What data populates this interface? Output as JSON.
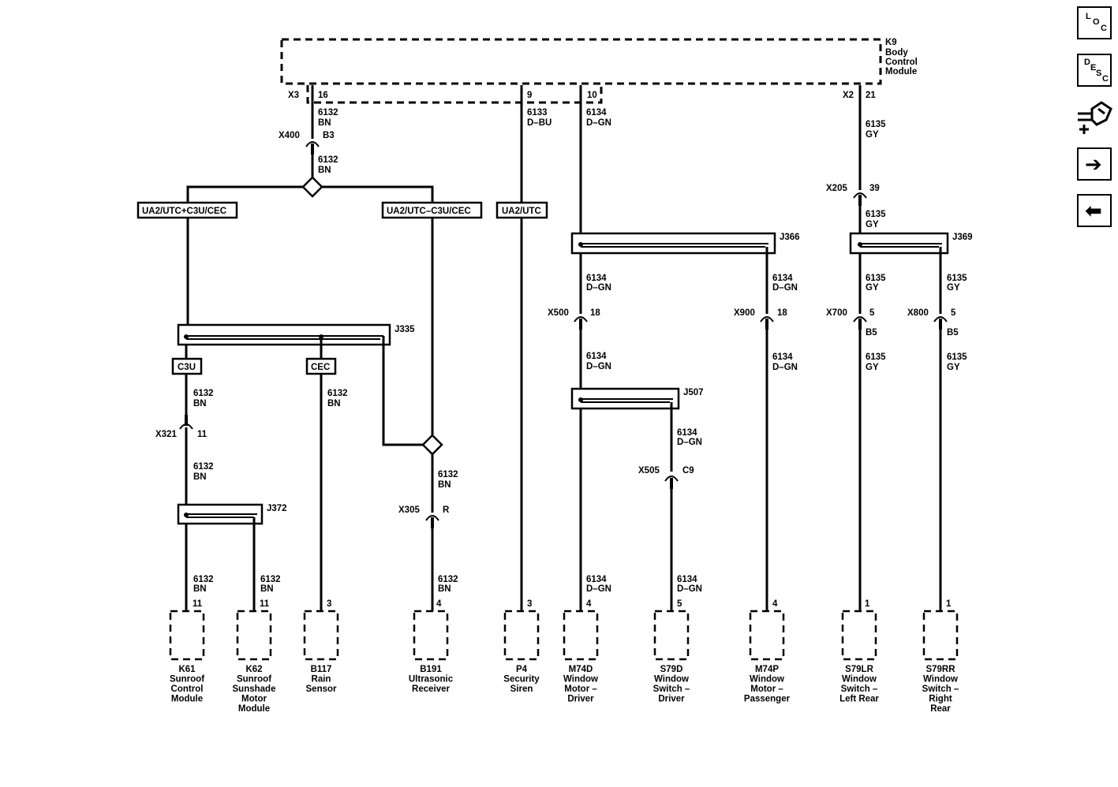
{
  "module": {
    "id": "K9",
    "lines": [
      "K9",
      "Body",
      "Control",
      "Module"
    ]
  },
  "connectors": {
    "x3": "X3",
    "x2": "X2",
    "x400": "X400",
    "x205": "X205",
    "x321": "X321",
    "x305": "X305",
    "x500": "X500",
    "x900a": "X900",
    "x505": "X505",
    "x700": "X700",
    "x900b": "X800"
  },
  "pins": {
    "p16": "16",
    "p9": "9",
    "p10": "10",
    "p21": "21",
    "b3": "B3",
    "p39": "39",
    "p11": "11",
    "r": "R",
    "p18a": "18",
    "p18b": "18",
    "c9": "C9",
    "p5a": "5",
    "p5b": "5",
    "b5a": "B5",
    "b5b": "B5"
  },
  "wires": {
    "w6132": "6132",
    "bn": "BN",
    "w6133": "6133",
    "dbu": "D–BU",
    "w6134": "6134",
    "dgn": "D–GN",
    "w6135": "6135",
    "gy": "GY"
  },
  "options": {
    "opt1": "UA2/UTC+C3U/CEC",
    "opt2": "UA2/UTC–C3U/CEC",
    "opt3": "UA2/UTC",
    "c3u": "C3U",
    "cec": "CEC"
  },
  "splices": {
    "j335": "J335",
    "j366": "J366",
    "j369": "J369",
    "j507": "J507",
    "j372": "J372"
  },
  "components": [
    {
      "pin": "11",
      "lines": [
        "K61",
        "Sunroof",
        "Control",
        "Module"
      ]
    },
    {
      "pin": "11",
      "lines": [
        "K62",
        "Sunroof",
        "Sunshade",
        "Motor",
        "Module"
      ]
    },
    {
      "pin": "3",
      "lines": [
        "B117",
        "Rain",
        "Sensor"
      ]
    },
    {
      "pin": "4",
      "lines": [
        "B191",
        "Ultrasonic",
        "Receiver"
      ]
    },
    {
      "pin": "3",
      "lines": [
        "P4",
        "Security",
        "Siren"
      ]
    },
    {
      "pin": "4",
      "lines": [
        "M74D",
        "Window",
        "Motor –",
        "Driver"
      ]
    },
    {
      "pin": "5",
      "lines": [
        "S79D",
        "Window",
        "Switch –",
        "Driver"
      ]
    },
    {
      "pin": "4",
      "lines": [
        "M74P",
        "Window",
        "Motor –",
        "Passenger"
      ]
    },
    {
      "pin": "1",
      "lines": [
        "S79LR",
        "Window",
        "Switch –",
        "Left Rear"
      ]
    },
    {
      "pin": "1",
      "lines": [
        "S79RR",
        "Window",
        "Switch –",
        "Right",
        "Rear"
      ]
    }
  ],
  "nav": {
    "loc": {
      "l1": "L",
      "l2": "O",
      "l3": "C"
    },
    "desc": {
      "l1": "D",
      "l2": "E",
      "l3": "S",
      "l4": "C"
    },
    "next_glyph": "➔",
    "prev_glyph": "⬅"
  }
}
